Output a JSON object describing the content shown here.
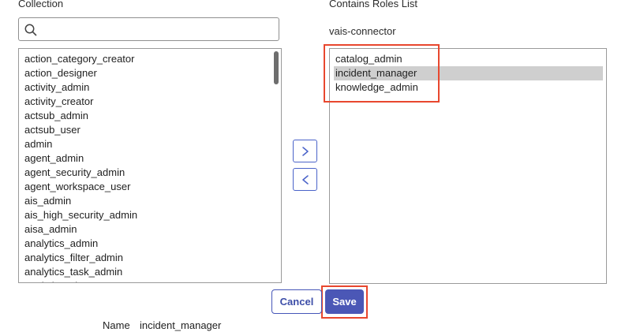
{
  "collection": {
    "heading": "Collection",
    "search": {
      "value": "",
      "placeholder": ""
    },
    "items": [
      "action_category_creator",
      "action_designer",
      "activity_admin",
      "activity_creator",
      "actsub_admin",
      "actsub_user",
      "admin",
      "agent_admin",
      "agent_security_admin",
      "agent_workspace_user",
      "ais_admin",
      "ais_high_security_admin",
      "aisa_admin",
      "analytics_admin",
      "analytics_filter_admin",
      "analytics_task_admin",
      "analytics_viewer"
    ]
  },
  "contains": {
    "heading": "Contains Roles List",
    "subtitle": "vais-connector",
    "items": [
      "catalog_admin",
      "incident_manager",
      "knowledge_admin"
    ],
    "selected": "incident_manager"
  },
  "buttons": {
    "cancel": "Cancel",
    "save": "Save"
  },
  "footer": {
    "name_label": "Name",
    "name_value": "incident_manager"
  },
  "colors": {
    "accent": "#4b57b6",
    "highlight": "#e8472e",
    "selection": "#cfcfcf"
  },
  "icons": {
    "search": "search-icon",
    "add": "chevron-right-icon",
    "remove": "chevron-left-icon"
  }
}
